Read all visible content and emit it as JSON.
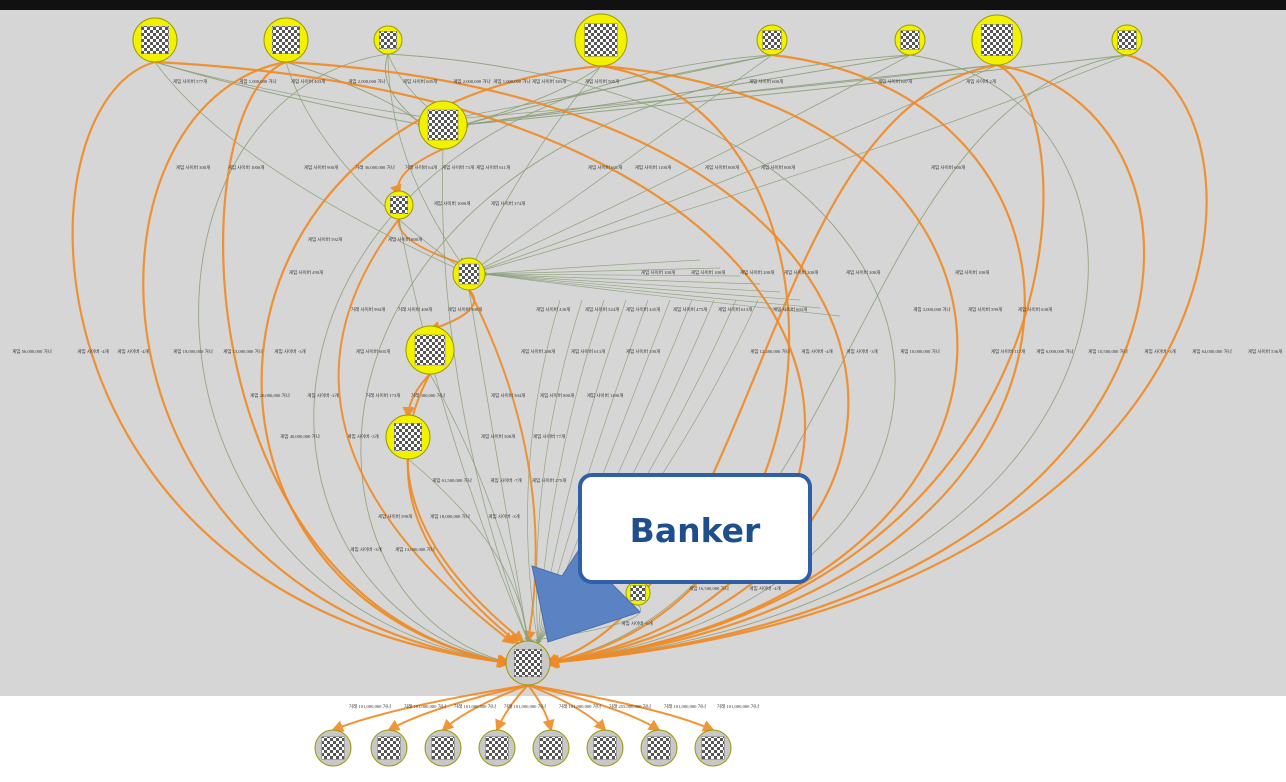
{
  "callout": {
    "text": "Banker"
  },
  "colors": {
    "background": "#d6d6d6",
    "node_fill_yellow": "#f2f200",
    "node_fill_gray": "#c8c8c8",
    "edge_green": "#8da07a",
    "edge_orange": "#f08a24",
    "arrow_blue": "#5b82c2",
    "callout_border": "#2e5fa8",
    "callout_text": "#1f4e8c"
  },
  "nodes": {
    "top": [
      "player-node",
      "player-node",
      "player-node",
      "player-node",
      "player-node",
      "player-node",
      "player-node",
      "player-node"
    ],
    "intermediate": [
      "player-node",
      "player-node",
      "player-node",
      "player-node",
      "player-node",
      "player-node"
    ],
    "banker": "banker-node",
    "bottom": [
      "account-node",
      "account-node",
      "account-node",
      "account-node",
      "account-node",
      "account-node",
      "account-node",
      "account-node"
    ]
  },
  "edge_labels": {
    "row1": [
      "게임 사이버 577개",
      "게임 1,000,000 거나",
      "게임 사이버 403개",
      "게임 2,000,000 거나",
      "게임 사이버 605개",
      "게임 2,000,000 거나",
      "게임 1,000,000 거나",
      "게임 사이버 383개",
      "게임 사이버 505개",
      "게임 사이버 600개",
      "게임 사이버 687개",
      "게임 사이버 2개"
    ],
    "row2": [
      "게임 사이버 300개",
      "게임 사이버 1000개",
      "게임 사이버 900개",
      "거래 36,000,000 거나",
      "거래 사이버 64개",
      "게임 사이버 73개",
      "게임 사이버 611개",
      "게임 사이버 601개",
      "게임 사이버 1100개",
      "게임 사이버 800개",
      "게임 사이버 800개",
      "게임 사이버 600개"
    ],
    "row3": [
      "게임 사이버 1000개",
      "게임 사이버 374개"
    ],
    "row4": [
      "게임 사이버 592개",
      "게임 사이버 800개"
    ],
    "row5": [
      "게임 사이버 499개",
      "게임 사이버 100개",
      "게임 사이버 100개",
      "게임 사이버 200개",
      "게임 사이버 200개",
      "게임 사이버 200개",
      "게임 사이버 100개"
    ],
    "row6": [
      "거래 사이버 994개",
      "거래 사이버 400개",
      "게임 사이버 500개",
      "게임 사이버 430개",
      "게임 사이버 524개",
      "게임 사이버 445개",
      "게임 사이버 475개",
      "게임 사이버 613개",
      "게임 사이버 603개",
      "게임 3,000,000 거나",
      "게임 사이버 599개",
      "게임 사이버 638개"
    ],
    "row7": [
      "게임 56,000,000 거나",
      "게임 사이버 -4개",
      "게임 사이버 -4개",
      "게임 18,000,000 거나",
      "게임 13,000,000 거나",
      "게임 사이버 -3개",
      "게임 사이버 605개",
      "게임 사이버 280개",
      "게임 사이버 613개",
      "게임 사이버 100개",
      "게임 12,400,000 거나",
      "게임 사이버 -4개",
      "게임 사이버 -3개",
      "게임 10,000,000 거나",
      "게임 사이버 117개",
      "게임 6,000,000 거나",
      "게임 10,500,000 거나",
      "게임 사이버 -3개",
      "게임 64,000,000 거나",
      "게임 사이버 536개"
    ],
    "row8": [
      "게임 20,000,000 거나",
      "게임 사이버 -2개",
      "거래 사이버 173개",
      "거래 300,000 거나",
      "게임 사이버 504개",
      "게임 사이버 800개",
      "게임 사이버 1400개"
    ],
    "row9": [
      "게임 40,000,000 거나",
      "게임 사이버 -3개",
      "게임 사이버 500개",
      "게임 사이버 77개"
    ],
    "row10": [
      "게임 61,500,000 거나",
      "게임 사이버 -7개",
      "게임 사이버 275개"
    ],
    "row11": [
      "게임 사이버 590개",
      "게임 18,000,000 거나",
      "게임 사이버 -3개"
    ],
    "row12": [
      "게임 사이버 -3개",
      "게임 13,000,000 거나"
    ],
    "row13": [
      "게임 16,500,000 거나",
      "게임 사이버 -4개"
    ],
    "row14": [
      "게임 사이버 -6개"
    ],
    "bottom": [
      "거래 101,000,000 거나",
      "거래 101,000,000 거나",
      "거래 101,000,000 거나",
      "거래 101,000,000 거나",
      "거래 101,000,000 거나",
      "거래 255,000,000 거나",
      "거래 101,000,000 거나",
      "거래 101,000,000 거나"
    ]
  }
}
